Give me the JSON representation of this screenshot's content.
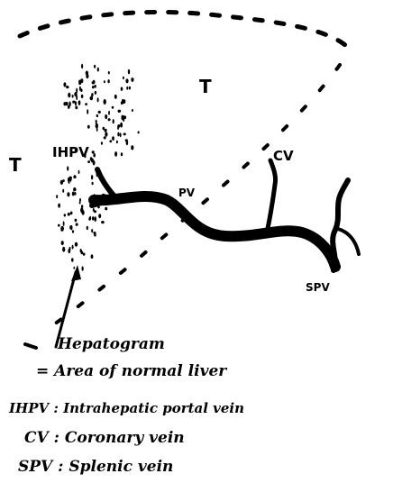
{
  "labels": {
    "t_upper": "T",
    "t_left": "T",
    "ihpv": "IHPV",
    "cv": "CV",
    "pv": "PV",
    "spv": "SPV"
  },
  "legend": {
    "hepatogram": "Hepatogram",
    "normal_liver": "= Area of normal liver",
    "ihpv_def": "IHPV : Intrahepatic portal vein",
    "cv_def": "CV : Coronary vein",
    "spv_def": "SPV : Splenic vein"
  },
  "colors": {
    "ink": "#000000",
    "paper": "#ffffff"
  }
}
